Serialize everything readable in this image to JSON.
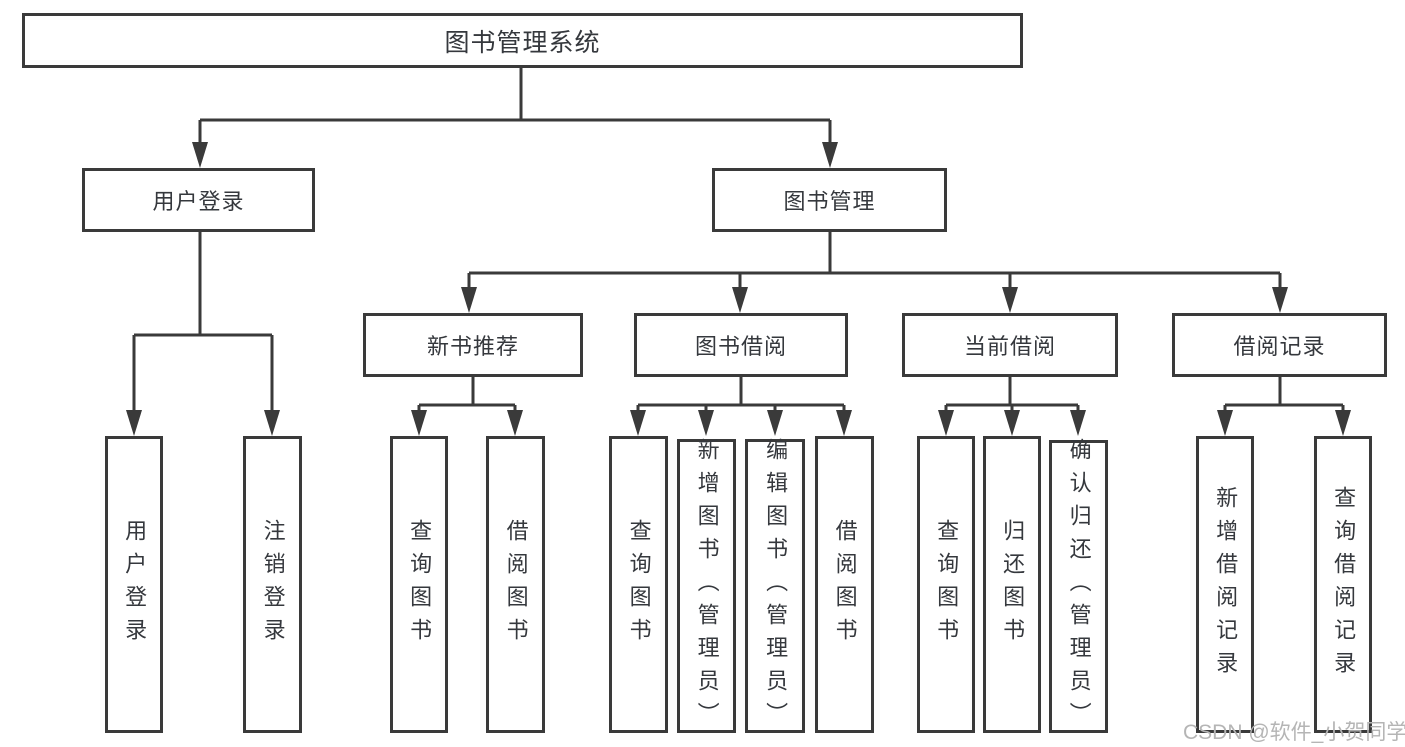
{
  "tree": {
    "root": "图书管理系统",
    "user_login": {
      "label": "用户登录",
      "children": [
        "用户登录",
        "注销登录"
      ]
    },
    "book_management": {
      "label": "图书管理",
      "sections": [
        {
          "label": "新书推荐",
          "children": [
            "查询图书",
            "借阅图书"
          ]
        },
        {
          "label": "图书借阅",
          "children": [
            "查询图书",
            "新增图书（管理员）",
            "编辑图书（管理员）",
            "借阅图书"
          ]
        },
        {
          "label": "当前借阅",
          "children": [
            "查询图书",
            "归还图书",
            "确认归还（管理员）"
          ]
        },
        {
          "label": "借阅记录",
          "children": [
            "新增借阅记录",
            "查询借阅记录"
          ]
        }
      ]
    }
  },
  "watermark": "CSDN @软件_小贺同学",
  "colors": {
    "line": "#3a3a3a",
    "text": "#35383d",
    "watermark": "#b5b5b5",
    "background": "#ffffff"
  }
}
